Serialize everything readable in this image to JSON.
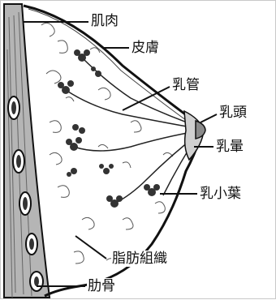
{
  "labels": {
    "muscle": "肌肉",
    "skin": "皮膚",
    "duct": "乳管",
    "nipple": "乳頭",
    "areola": "乳暈",
    "lobule": "乳小葉",
    "fat": "脂肪組織",
    "rib": "肋骨"
  },
  "colors": {
    "ink": "#111111",
    "muscle_fill": "#b0b0b0",
    "background": "#ffffff"
  }
}
